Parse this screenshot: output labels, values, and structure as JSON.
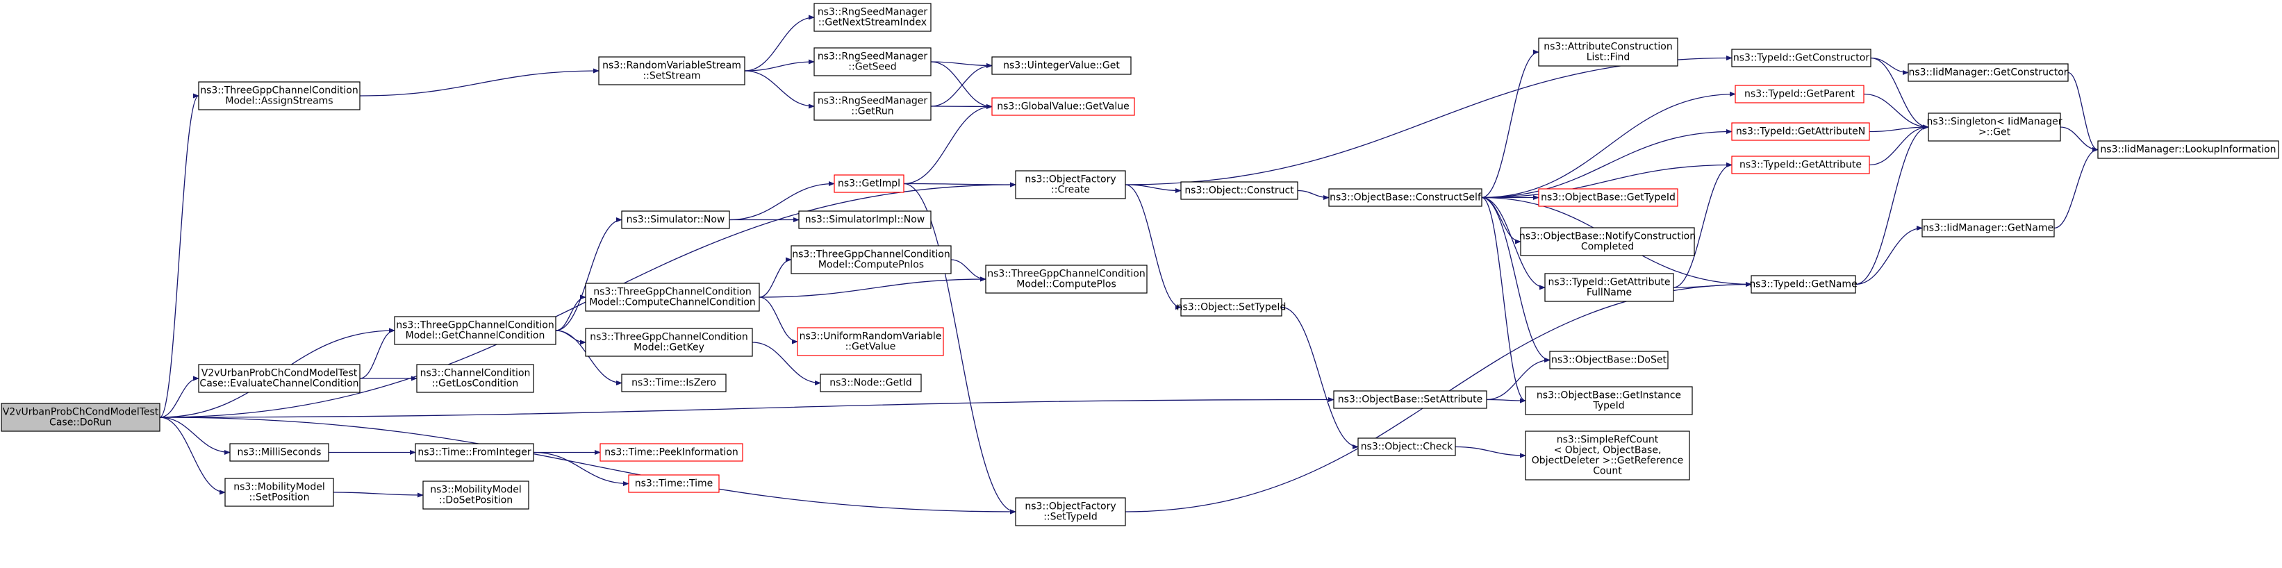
{
  "diagram": {
    "colors": {
      "edge": "#191970",
      "node_border_normal": "#000000",
      "node_border_truncated": "#ff0000",
      "root_fill": "#bfbfbf",
      "node_fill": "#ffffff"
    },
    "nodes": [
      {
        "id": "root",
        "lines": [
          "V2vUrbanProbChCondModelTest",
          "Case::DoRun"
        ],
        "style": "root"
      },
      {
        "id": "tgcm_assign",
        "lines": [
          "ns3::ThreeGppChannelCondition",
          "Model::AssignStreams"
        ],
        "style": "normal"
      },
      {
        "id": "rvs_setstream",
        "lines": [
          "ns3::RandomVariableStream",
          "::SetStream"
        ],
        "style": "normal"
      },
      {
        "id": "rsm_nextstream",
        "lines": [
          "ns3::RngSeedManager",
          "::GetNextStreamIndex"
        ],
        "style": "normal"
      },
      {
        "id": "rsm_getseed",
        "lines": [
          "ns3::RngSeedManager",
          "::GetSeed"
        ],
        "style": "normal"
      },
      {
        "id": "rsm_getrun",
        "lines": [
          "ns3::RngSeedManager",
          "::GetRun"
        ],
        "style": "normal"
      },
      {
        "id": "uint_get",
        "lines": [
          "ns3::UintegerValue::Get"
        ],
        "style": "normal"
      },
      {
        "id": "global_get",
        "lines": [
          "ns3::GlobalValue::GetValue"
        ],
        "style": "truncated"
      },
      {
        "id": "getimpl",
        "lines": [
          "ns3::GetImpl"
        ],
        "style": "truncated"
      },
      {
        "id": "of_create",
        "lines": [
          "ns3::ObjectFactory",
          "::Create"
        ],
        "style": "normal"
      },
      {
        "id": "sim_now",
        "lines": [
          "ns3::Simulator::Now"
        ],
        "style": "normal"
      },
      {
        "id": "simimpl_now",
        "lines": [
          "ns3::SimulatorImpl::Now"
        ],
        "style": "normal"
      },
      {
        "id": "tgcm_getcc",
        "lines": [
          "ns3::ThreeGppChannelCondition",
          "Model::GetChannelCondition"
        ],
        "style": "normal"
      },
      {
        "id": "tgcm_computecc",
        "lines": [
          "ns3::ThreeGppChannelCondition",
          "Model::ComputeChannelCondition"
        ],
        "style": "normal"
      },
      {
        "id": "tgcm_pnlos",
        "lines": [
          "ns3::ThreeGppChannelCondition",
          "Model::ComputePnlos"
        ],
        "style": "normal"
      },
      {
        "id": "tgcm_plos",
        "lines": [
          "ns3::ThreeGppChannelCondition",
          "Model::ComputePlos"
        ],
        "style": "normal"
      },
      {
        "id": "urv_get",
        "lines": [
          "ns3::UniformRandomVariable",
          "::GetValue"
        ],
        "style": "truncated"
      },
      {
        "id": "tgcm_getkey",
        "lines": [
          "ns3::ThreeGppChannelCondition",
          "Model::GetKey"
        ],
        "style": "normal"
      },
      {
        "id": "node_getid",
        "lines": [
          "ns3::Node::GetId"
        ],
        "style": "normal"
      },
      {
        "id": "time_iszero",
        "lines": [
          "ns3::Time::IsZero"
        ],
        "style": "normal"
      },
      {
        "id": "v2v_eval",
        "lines": [
          "V2vUrbanProbChCondModelTest",
          "Case::EvaluateChannelCondition"
        ],
        "style": "normal"
      },
      {
        "id": "cc_getlos",
        "lines": [
          "ns3::ChannelCondition",
          "::GetLosCondition"
        ],
        "style": "normal"
      },
      {
        "id": "milliseconds",
        "lines": [
          "ns3::MilliSeconds"
        ],
        "style": "normal"
      },
      {
        "id": "time_fromint",
        "lines": [
          "ns3::Time::FromInteger"
        ],
        "style": "normal"
      },
      {
        "id": "time_peek",
        "lines": [
          "ns3::Time::PeekInformation"
        ],
        "style": "truncated"
      },
      {
        "id": "time_time",
        "lines": [
          "ns3::Time::Time"
        ],
        "style": "truncated"
      },
      {
        "id": "mm_setpos",
        "lines": [
          "ns3::MobilityModel",
          "::SetPosition"
        ],
        "style": "normal"
      },
      {
        "id": "mm_dosetpos",
        "lines": [
          "ns3::MobilityModel",
          "::DoSetPosition"
        ],
        "style": "normal"
      },
      {
        "id": "of_settypeid",
        "lines": [
          "ns3::ObjectFactory",
          "::SetTypeId"
        ],
        "style": "normal"
      },
      {
        "id": "obj_construct",
        "lines": [
          "ns3::Object::Construct"
        ],
        "style": "normal"
      },
      {
        "id": "obj_settypeid",
        "lines": [
          "ns3::Object::SetTypeId"
        ],
        "style": "normal"
      },
      {
        "id": "obj_check",
        "lines": [
          "ns3::Object::Check"
        ],
        "style": "normal"
      },
      {
        "id": "srefcount",
        "lines": [
          "ns3::SimpleRefCount",
          "< Object, ObjectBase,",
          "ObjectDeleter >::GetReference",
          "Count"
        ],
        "style": "normal"
      },
      {
        "id": "ob_constructself",
        "lines": [
          "ns3::ObjectBase::ConstructSelf"
        ],
        "style": "normal"
      },
      {
        "id": "acl_find",
        "lines": [
          "ns3::AttributeConstruction",
          "List::Find"
        ],
        "style": "normal"
      },
      {
        "id": "ob_gettypeid",
        "lines": [
          "ns3::ObjectBase::GetTypeId"
        ],
        "style": "truncated"
      },
      {
        "id": "ob_notify",
        "lines": [
          "ns3::ObjectBase::NotifyConstruction",
          "Completed"
        ],
        "style": "normal"
      },
      {
        "id": "tid_getattrfull",
        "lines": [
          "ns3::TypeId::GetAttribute",
          "FullName"
        ],
        "style": "normal"
      },
      {
        "id": "ob_doset",
        "lines": [
          "ns3::ObjectBase::DoSet"
        ],
        "style": "normal"
      },
      {
        "id": "ob_getinstance",
        "lines": [
          "ns3::ObjectBase::GetInstance",
          "TypeId"
        ],
        "style": "normal"
      },
      {
        "id": "ob_setattr",
        "lines": [
          "ns3::ObjectBase::SetAttribute"
        ],
        "style": "normal"
      },
      {
        "id": "tid_getctor",
        "lines": [
          "ns3::TypeId::GetConstructor"
        ],
        "style": "normal"
      },
      {
        "id": "tid_getparent",
        "lines": [
          "ns3::TypeId::GetParent"
        ],
        "style": "truncated"
      },
      {
        "id": "tid_getattrn",
        "lines": [
          "ns3::TypeId::GetAttributeN"
        ],
        "style": "truncated"
      },
      {
        "id": "tid_getattr",
        "lines": [
          "ns3::TypeId::GetAttribute"
        ],
        "style": "truncated"
      },
      {
        "id": "tid_getname",
        "lines": [
          "ns3::TypeId::GetName"
        ],
        "style": "normal"
      },
      {
        "id": "iid_getctor",
        "lines": [
          "ns3::IidManager::GetConstructor"
        ],
        "style": "normal"
      },
      {
        "id": "singleton_get",
        "lines": [
          "ns3::Singleton< IidManager",
          ">::Get"
        ],
        "style": "normal"
      },
      {
        "id": "iid_lookup",
        "lines": [
          "ns3::IidManager::LookupInformation"
        ],
        "style": "normal"
      },
      {
        "id": "iid_getname",
        "lines": [
          "ns3::IidManager::GetName"
        ],
        "style": "normal"
      }
    ],
    "edges": [
      [
        "root",
        "tgcm_assign"
      ],
      [
        "root",
        "of_create"
      ],
      [
        "root",
        "tgcm_getcc"
      ],
      [
        "root",
        "v2v_eval"
      ],
      [
        "root",
        "ob_setattr"
      ],
      [
        "root",
        "milliseconds"
      ],
      [
        "root",
        "mm_setpos"
      ],
      [
        "root",
        "of_settypeid"
      ],
      [
        "tgcm_assign",
        "rvs_setstream"
      ],
      [
        "rvs_setstream",
        "rsm_nextstream"
      ],
      [
        "rvs_setstream",
        "rsm_getseed"
      ],
      [
        "rvs_setstream",
        "rsm_getrun"
      ],
      [
        "rsm_getseed",
        "uint_get"
      ],
      [
        "rsm_getseed",
        "global_get"
      ],
      [
        "rsm_getrun",
        "uint_get"
      ],
      [
        "rsm_getrun",
        "global_get"
      ],
      [
        "getimpl",
        "global_get"
      ],
      [
        "getimpl",
        "of_create"
      ],
      [
        "getimpl",
        "of_settypeid"
      ],
      [
        "sim_now",
        "getimpl"
      ],
      [
        "sim_now",
        "simimpl_now"
      ],
      [
        "tgcm_getcc",
        "sim_now"
      ],
      [
        "tgcm_getcc",
        "tgcm_computecc"
      ],
      [
        "tgcm_getcc",
        "tgcm_getkey"
      ],
      [
        "tgcm_getcc",
        "time_iszero"
      ],
      [
        "tgcm_computecc",
        "tgcm_pnlos"
      ],
      [
        "tgcm_computecc",
        "tgcm_plos"
      ],
      [
        "tgcm_computecc",
        "urv_get"
      ],
      [
        "tgcm_pnlos",
        "tgcm_plos"
      ],
      [
        "tgcm_getkey",
        "node_getid"
      ],
      [
        "v2v_eval",
        "tgcm_getcc"
      ],
      [
        "v2v_eval",
        "cc_getlos"
      ],
      [
        "milliseconds",
        "time_fromint"
      ],
      [
        "time_fromint",
        "time_peek"
      ],
      [
        "time_fromint",
        "time_time"
      ],
      [
        "mm_setpos",
        "mm_dosetpos"
      ],
      [
        "of_create",
        "obj_construct"
      ],
      [
        "of_create",
        "obj_settypeid"
      ],
      [
        "of_create",
        "tid_getctor"
      ],
      [
        "obj_settypeid",
        "obj_check"
      ],
      [
        "obj_check",
        "srefcount"
      ],
      [
        "obj_construct",
        "ob_constructself"
      ],
      [
        "ob_constructself",
        "acl_find"
      ],
      [
        "ob_constructself",
        "ob_gettypeid"
      ],
      [
        "ob_constructself",
        "ob_notify"
      ],
      [
        "ob_constructself",
        "tid_getattrfull"
      ],
      [
        "ob_constructself",
        "ob_doset"
      ],
      [
        "ob_constructself",
        "ob_getinstance"
      ],
      [
        "ob_constructself",
        "tid_getparent"
      ],
      [
        "ob_constructself",
        "tid_getattrn"
      ],
      [
        "ob_constructself",
        "tid_getattr"
      ],
      [
        "ob_constructself",
        "tid_getname"
      ],
      [
        "tid_getattrfull",
        "tid_getattr"
      ],
      [
        "tid_getattrfull",
        "tid_getname"
      ],
      [
        "ob_setattr",
        "ob_doset"
      ],
      [
        "ob_setattr",
        "ob_getinstance"
      ],
      [
        "of_settypeid",
        "tid_getname"
      ],
      [
        "tid_getctor",
        "iid_getctor"
      ],
      [
        "tid_getctor",
        "singleton_get"
      ],
      [
        "tid_getparent",
        "singleton_get"
      ],
      [
        "tid_getattrn",
        "singleton_get"
      ],
      [
        "tid_getattr",
        "singleton_get"
      ],
      [
        "tid_getname",
        "singleton_get"
      ],
      [
        "tid_getname",
        "iid_getname"
      ],
      [
        "iid_getctor",
        "iid_lookup"
      ],
      [
        "singleton_get",
        "iid_lookup"
      ],
      [
        "iid_getname",
        "iid_lookup"
      ]
    ]
  }
}
